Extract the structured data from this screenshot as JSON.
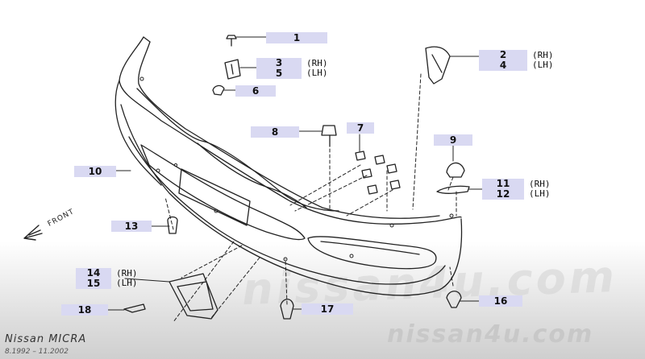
{
  "callouts": [
    {
      "id": "1",
      "text": "1"
    },
    {
      "id": "3",
      "text": "3"
    },
    {
      "id": "5",
      "text": "5"
    },
    {
      "id": "6",
      "text": "6"
    },
    {
      "id": "2",
      "text": "2"
    },
    {
      "id": "4",
      "text": "4"
    },
    {
      "id": "7",
      "text": "7"
    },
    {
      "id": "8",
      "text": "8"
    },
    {
      "id": "9",
      "text": "9"
    },
    {
      "id": "10",
      "text": "10"
    },
    {
      "id": "11",
      "text": "11"
    },
    {
      "id": "12",
      "text": "12"
    },
    {
      "id": "13",
      "text": "13"
    },
    {
      "id": "14",
      "text": "14"
    },
    {
      "id": "15",
      "text": "15"
    },
    {
      "id": "16",
      "text": "16"
    },
    {
      "id": "17",
      "text": "17"
    },
    {
      "id": "18",
      "text": "18"
    }
  ],
  "side_labels": {
    "rh": "(RH)",
    "lh": "(LH)"
  },
  "direction_label": "FRONT",
  "footer": {
    "model": "Nissan MICRA",
    "dates": "8.1992 – 11.2002"
  },
  "watermark": {
    "bottom": "nissan4u.com",
    "center": "nissan4u.com"
  }
}
